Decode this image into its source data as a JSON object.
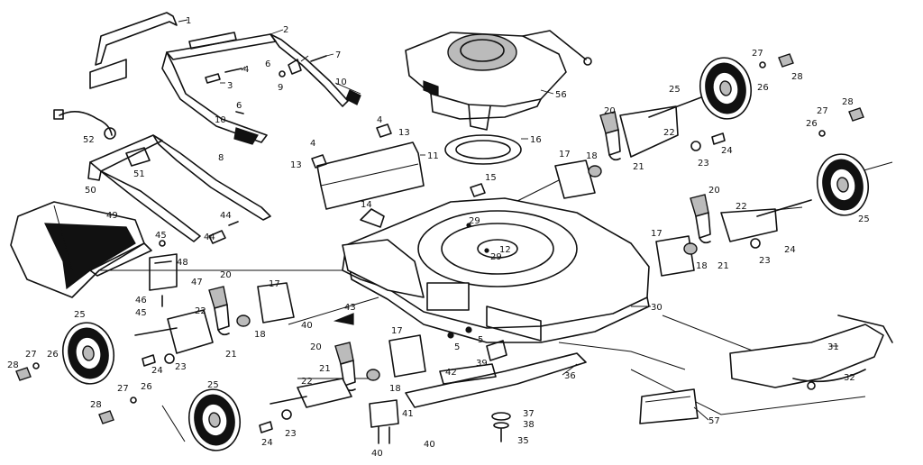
{
  "callouts": [
    "1",
    "2",
    "3",
    "4",
    "5",
    "6",
    "7",
    "8",
    "9",
    "10",
    "11",
    "12",
    "13",
    "14",
    "15",
    "16",
    "17",
    "18",
    "20",
    "21",
    "22",
    "23",
    "24",
    "25",
    "26",
    "27",
    "28",
    "29",
    "30",
    "31",
    "32",
    "35",
    "36",
    "37",
    "38",
    "39",
    "40",
    "41",
    "42",
    "43",
    "44",
    "45",
    "46",
    "47",
    "48",
    "49",
    "50",
    "51",
    "52",
    "56",
    "57"
  ]
}
